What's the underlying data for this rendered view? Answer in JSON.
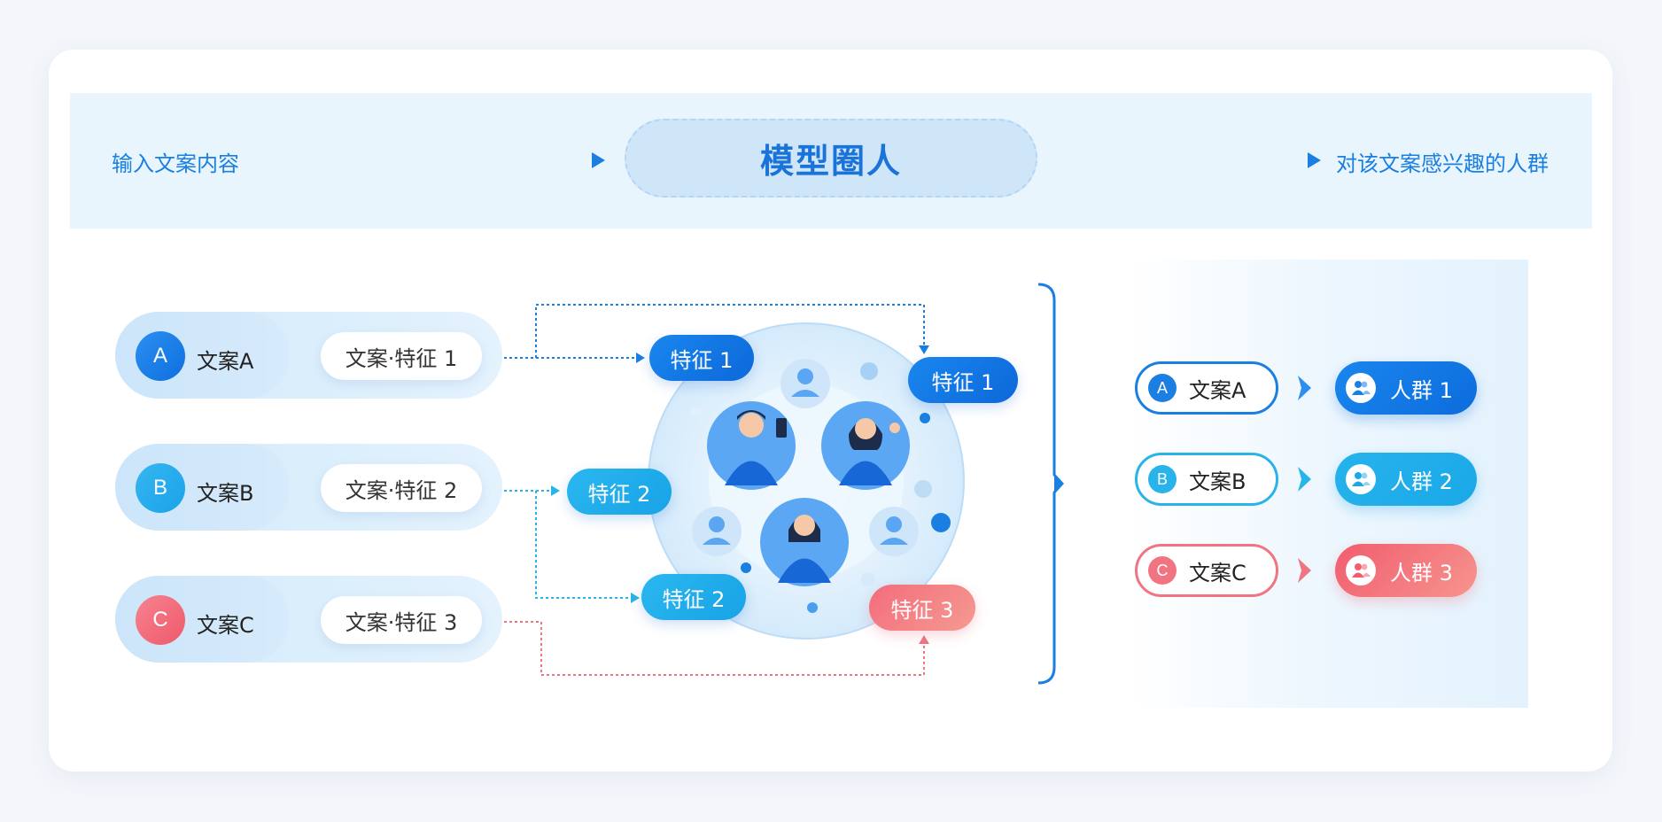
{
  "banner": {
    "input_label": "输入文案内容",
    "model_label": "模型圈人",
    "output_label": "对该文案感兴趣的人群"
  },
  "rows": [
    {
      "badge": "A",
      "label": "文案A",
      "feature": "文案·特征 1"
    },
    {
      "badge": "B",
      "label": "文案B",
      "feature": "文案·特征 2"
    },
    {
      "badge": "C",
      "label": "文案C",
      "feature": "文案·特征 3"
    }
  ],
  "bubbles": {
    "f1_left": "特征 1",
    "f1_right": "特征 1",
    "f2_left": "特征 2",
    "f2_bottom": "特征 2",
    "f3": "特征 3"
  },
  "results": [
    {
      "badge": "A",
      "label": "文案A",
      "crowd": "人群 1"
    },
    {
      "badge": "B",
      "label": "文案B",
      "crowd": "人群 2"
    },
    {
      "badge": "C",
      "label": "文案C",
      "crowd": "人群 3"
    }
  ],
  "colors": {
    "blue": "#1a7fe0",
    "cyan": "#28b4ea",
    "pink": "#f07482"
  }
}
